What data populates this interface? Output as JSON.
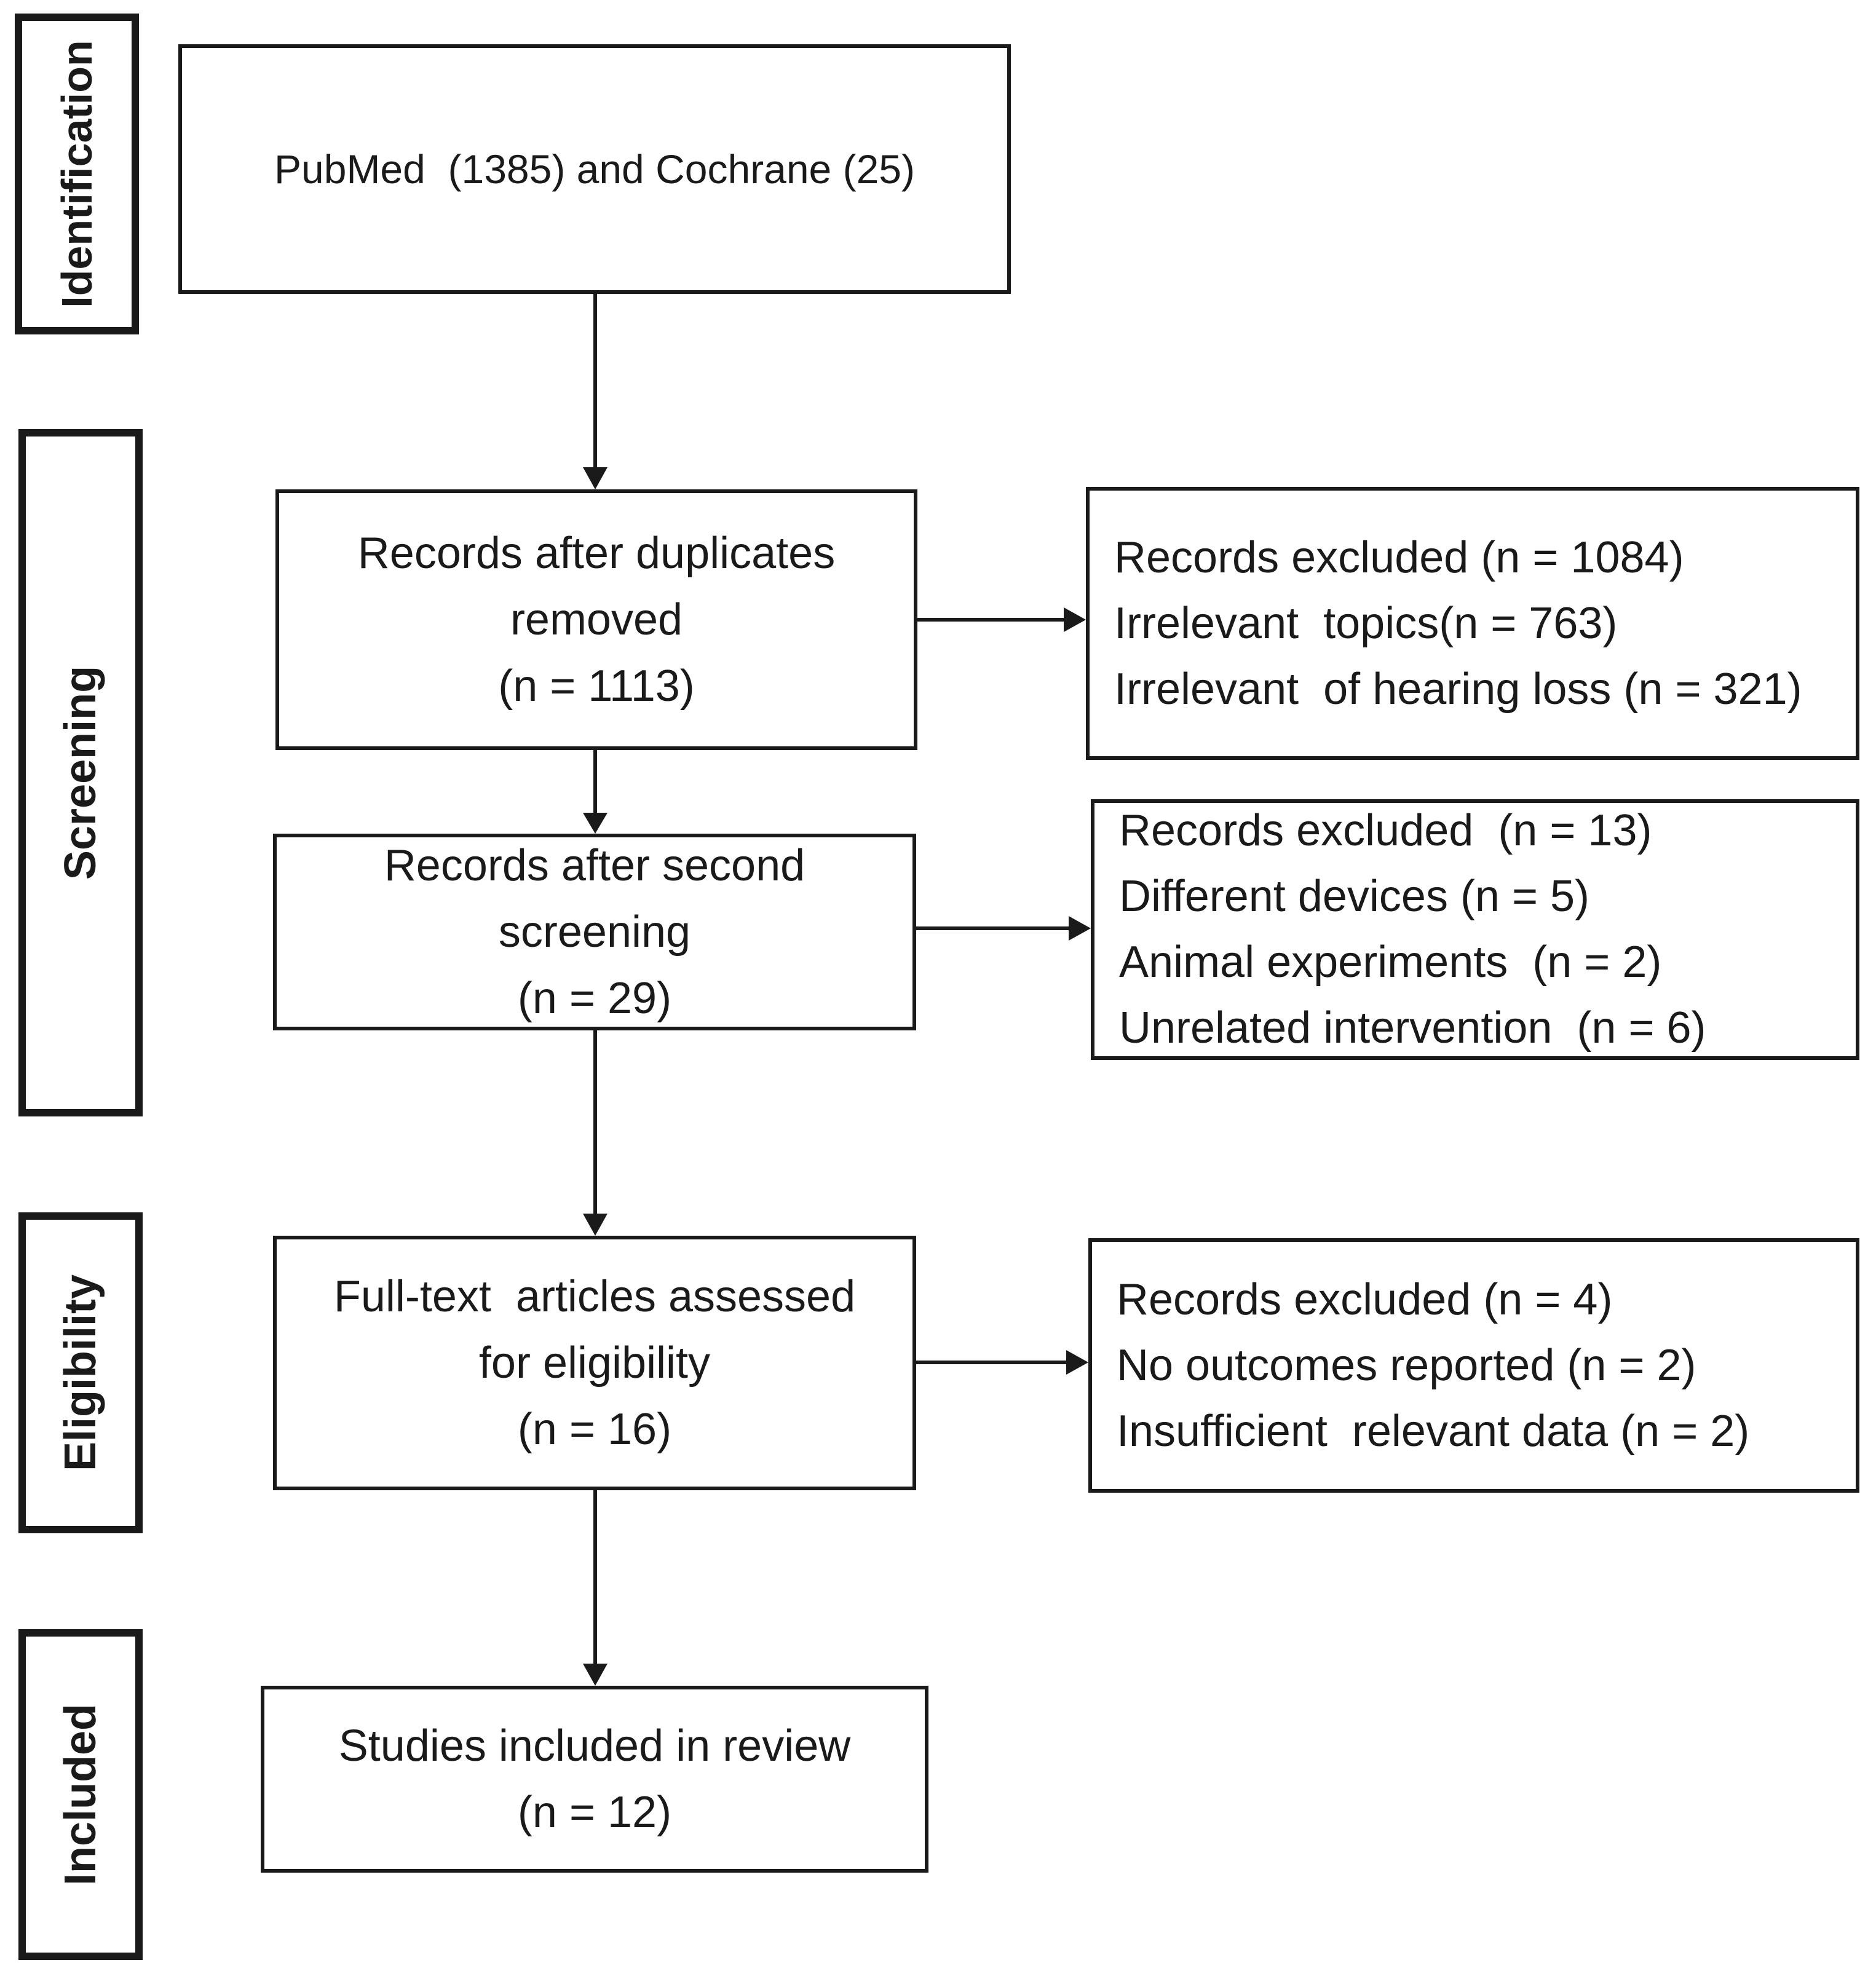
{
  "stages": {
    "identification": "Identification",
    "screening": "Screening",
    "eligibility": "Eligibility",
    "included": "Included"
  },
  "boxes": {
    "sources": [
      "PubMed  (1385) and Cochrane (25)"
    ],
    "after_duplicates": [
      "Records after duplicates",
      "removed",
      "(n = 1113)"
    ],
    "after_second_screening": [
      "Records after second",
      "screening",
      "(n = 29)"
    ],
    "full_text": [
      "Full-text  articles assessed",
      "for eligibility",
      "(n = 16)"
    ],
    "included_studies": [
      "Studies included in review",
      "(n = 12)"
    ]
  },
  "exclusions": {
    "first": [
      "Records excluded (n = 1084)",
      "Irrelevant  topics(n = 763)",
      "Irrelevant  of hearing loss (n = 321)"
    ],
    "second": [
      "Records excluded  (n = 13)",
      "Different devices (n = 5)",
      "Animal experiments  (n = 2)",
      "Unrelated intervention  (n = 6)"
    ],
    "third": [
      "Records excluded (n = 4)",
      "No outcomes reported (n = 2)",
      "Insufficient  relevant data (n = 2)"
    ]
  }
}
